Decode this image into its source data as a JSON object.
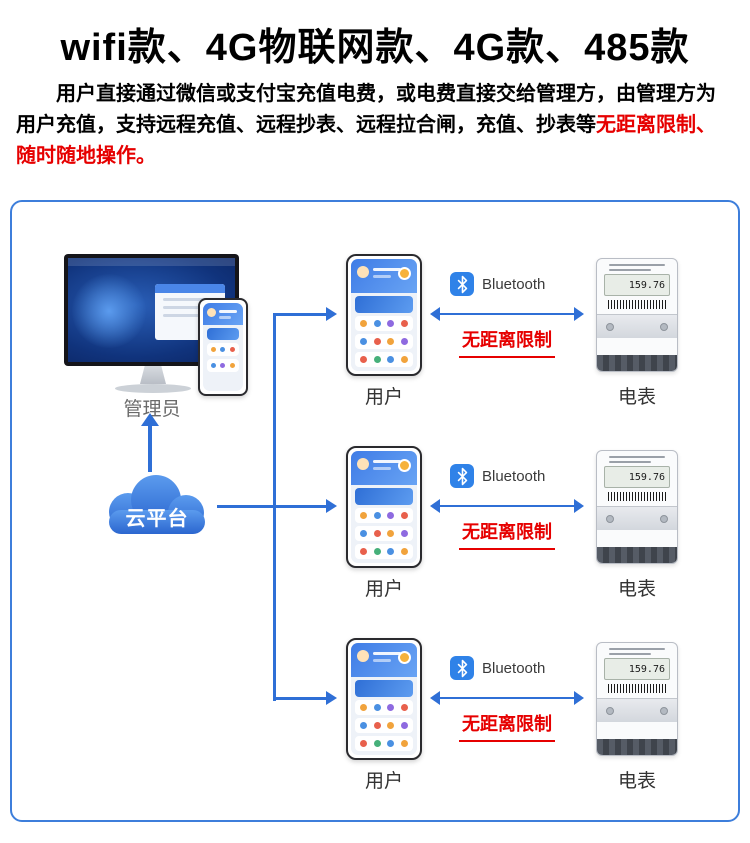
{
  "header": {
    "title": "wifi款、4G物联网款、4G款、485款",
    "intro_text": "用户直接通过微信或支付宝充值电费，或电费直接交给管理方，由管理方为用户充值，支持远程充值、远程抄表、远程拉合闸，充值、抄表等",
    "intro_highlight": "无距离限制、随时随地操作。"
  },
  "diagram": {
    "admin_label": "管理员",
    "cloud_label": "云平台",
    "rows": [
      {
        "user_label": "用户",
        "bluetooth_label": "Bluetooth",
        "range_label": "无距离限制",
        "meter_label": "电表",
        "meter_reading": "159.76"
      },
      {
        "user_label": "用户",
        "bluetooth_label": "Bluetooth",
        "range_label": "无距离限制",
        "meter_label": "电表",
        "meter_reading": "159.76"
      },
      {
        "user_label": "用户",
        "bluetooth_label": "Bluetooth",
        "range_label": "无距离限制",
        "meter_label": "电表",
        "meter_reading": "159.76"
      }
    ]
  },
  "colors": {
    "accent_blue": "#2f6fd6",
    "highlight_red": "#e60000",
    "frame_border": "#3d7edb"
  }
}
